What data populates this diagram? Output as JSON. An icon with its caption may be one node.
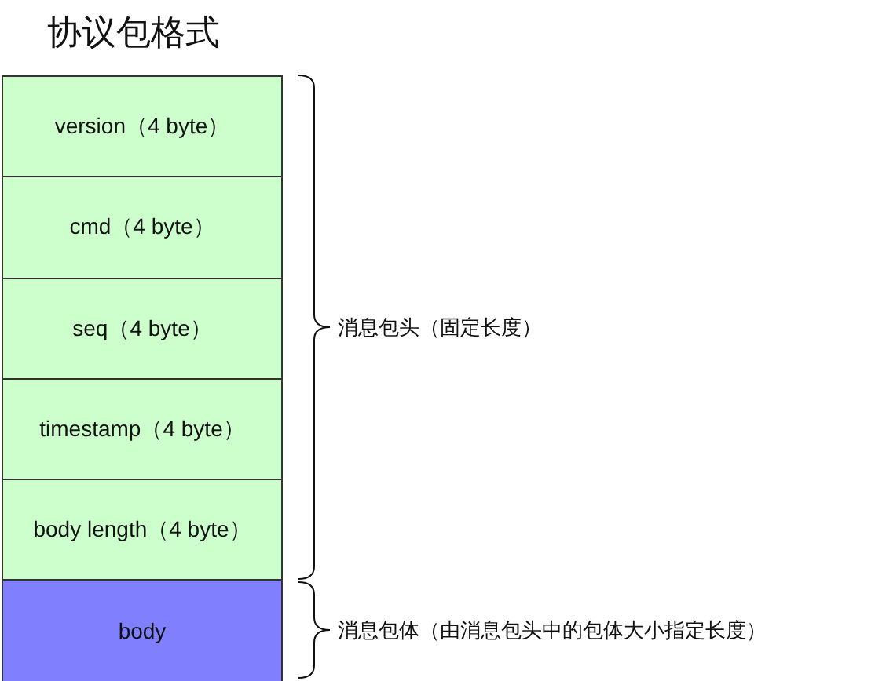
{
  "diagram": {
    "title": "协议包格式",
    "nodes": [
      {
        "text": [
          "version（4 byte）"
        ]
      },
      {
        "text": [
          "cmd（4 byte）"
        ]
      },
      {
        "text": [
          "seq（4 byte）"
        ]
      },
      {
        "text": [
          "timestamp（4 byte）"
        ]
      },
      {
        "text": [
          "body length（4 byte）"
        ]
      },
      {
        "text": [
          "body"
        ]
      }
    ],
    "edges": [],
    "labels": [
      "消息包头（固定长度）",
      "消息包体（由消息包头中的包体大小指定长度）"
    ]
  }
}
